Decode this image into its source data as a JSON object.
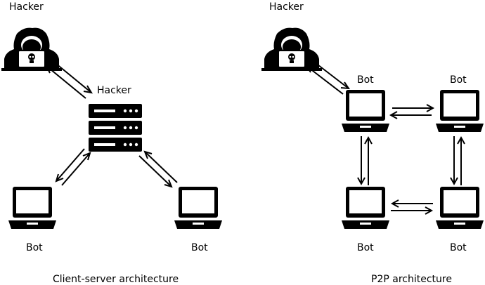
{
  "client_server": {
    "hacker_label": "Hacker",
    "server_label": "Hacker",
    "bot_left_label": "Bot",
    "bot_right_label": "Bot",
    "caption": "Client-server architecture"
  },
  "p2p": {
    "hacker_label": "Hacker",
    "bot_top_left_label": "Bot",
    "bot_top_right_label": "Bot",
    "bot_bottom_left_label": "Bot",
    "bot_bottom_right_label": "Bot",
    "caption": "P2P architecture"
  },
  "icons": {
    "hacker": "hooded-hacker-with-laptop-icon",
    "server": "server-rack-icon",
    "bot": "laptop-icon"
  },
  "colors": {
    "stroke": "#000000",
    "background": "#ffffff",
    "screen": "#ffffff"
  }
}
